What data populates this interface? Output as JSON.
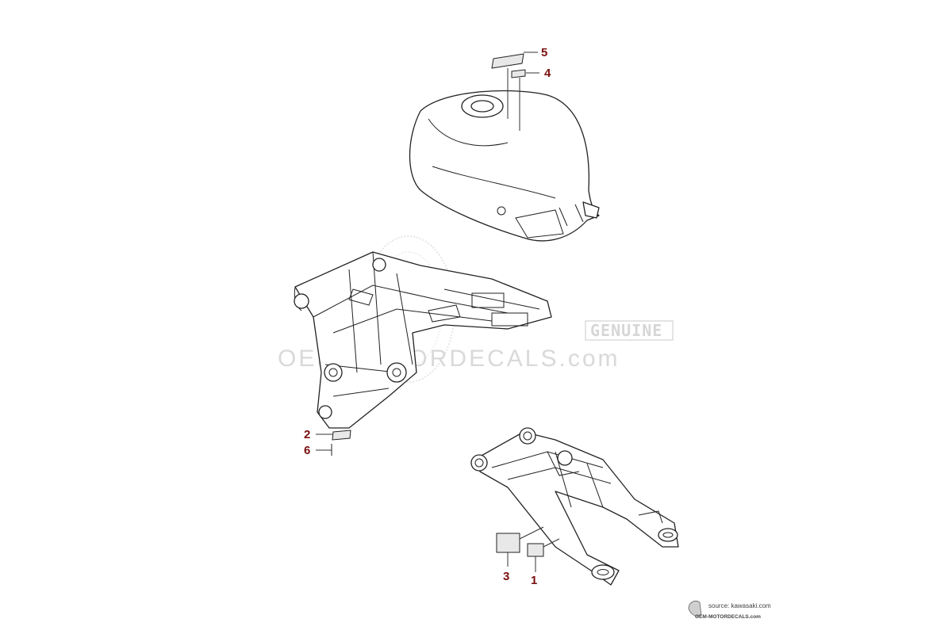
{
  "diagram": {
    "callouts": [
      {
        "id": "callout-5",
        "label": "5"
      },
      {
        "id": "callout-4",
        "label": "4"
      },
      {
        "id": "callout-2",
        "label": "2"
      },
      {
        "id": "callout-6",
        "label": "6"
      },
      {
        "id": "callout-3",
        "label": "3"
      },
      {
        "id": "callout-1",
        "label": "1"
      }
    ],
    "watermark": {
      "main": "OEM-MOTORDECALS.com",
      "badge": "GENUINE"
    },
    "source": {
      "line1": "source: kawasaki.com",
      "line2": "OEM-MOTORDECALS.com"
    },
    "colors": {
      "callout": "#7a1010",
      "watermark": "#d9d9d9",
      "line": "#222222"
    }
  }
}
